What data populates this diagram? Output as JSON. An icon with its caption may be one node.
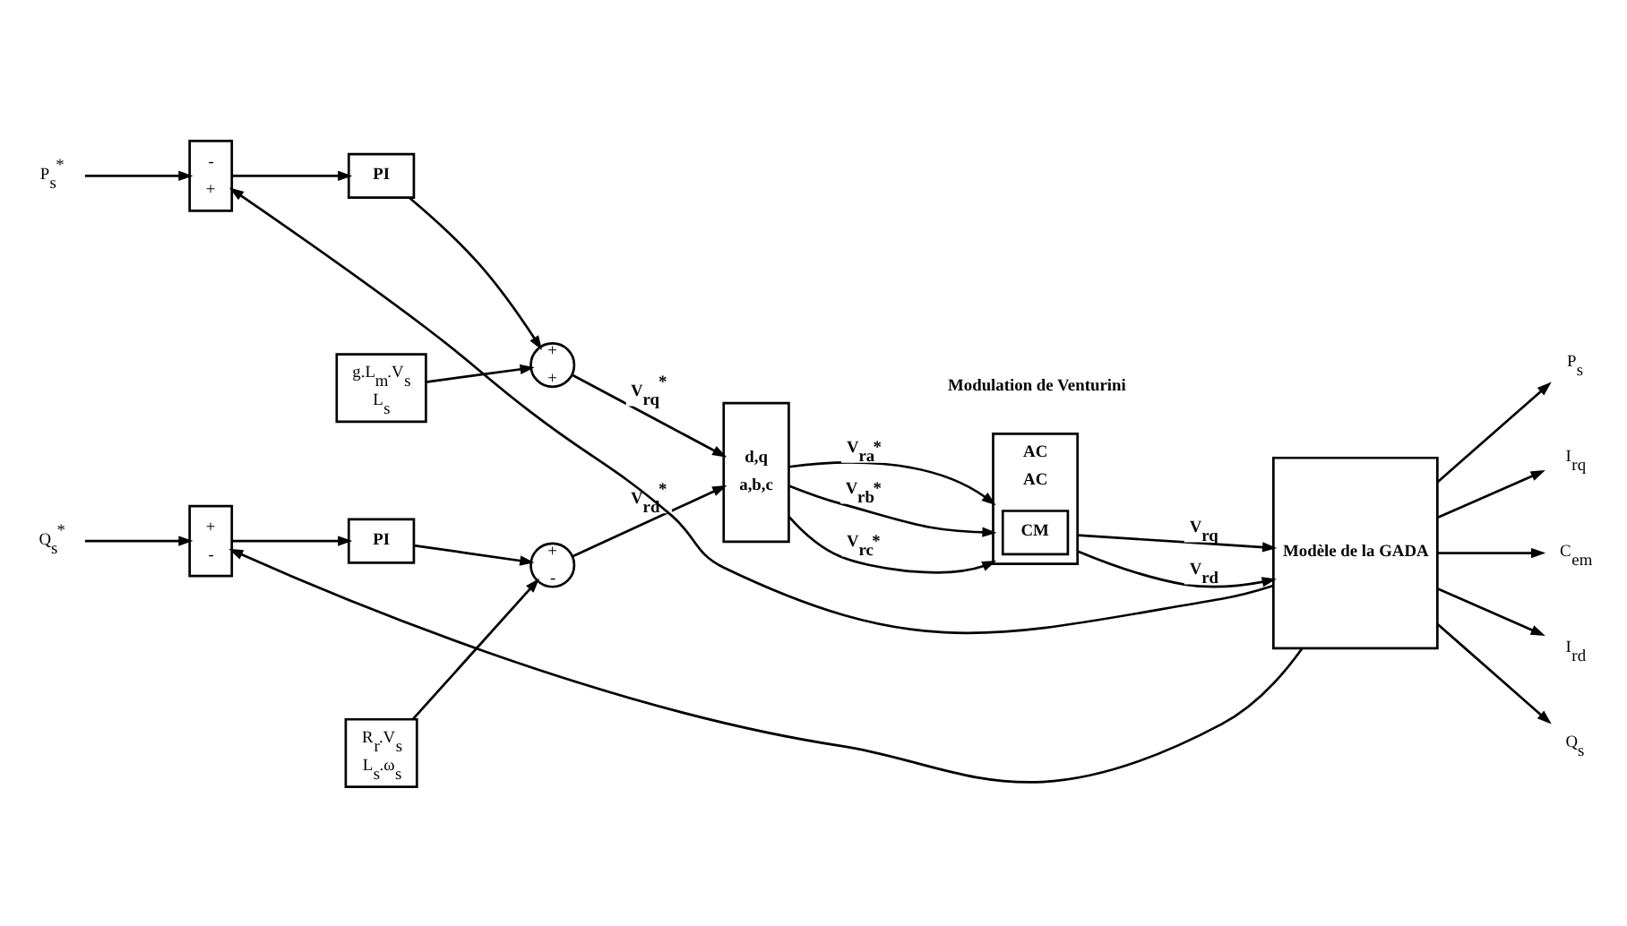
{
  "diagram": {
    "nodes": [
      {
        "text": [
          "P$_{s}$$^{*}$"
        ]
      },
      {
        "text": [
          "Q$_{s}$$^{*}$"
        ]
      },
      {
        "text": [
          "-",
          "+"
        ]
      },
      {
        "text": [
          "+",
          "-"
        ]
      },
      {
        "text": [
          "PI"
        ]
      },
      {
        "text": [
          "PI"
        ]
      },
      {
        "text": [
          "g.L$_{m}$.V$_{s}$",
          "L$_{s}$"
        ]
      },
      {
        "text": [
          "+",
          "+"
        ]
      },
      {
        "text": [
          "R$_{r}$.V$_{s}$",
          "L$_{s}$.ω$_{s}$"
        ]
      },
      {
        "text": [
          "+",
          "-"
        ]
      },
      {
        "text": [
          "d,q",
          "a,b,c"
        ]
      },
      {
        "text": [
          "AC",
          "AC"
        ],
        "beside": [
          "Modulation de Venturini"
        ]
      },
      {
        "text": [
          "CM"
        ],
        "in": 11
      },
      {
        "text": [
          "Modèle de la GADA"
        ]
      },
      {
        "text": [
          "P$_{s}$"
        ]
      },
      {
        "text": [
          "I$_{rq}$"
        ]
      },
      {
        "text": [
          "C$_{em}$"
        ]
      },
      {
        "text": [
          "I$_{rd}$"
        ]
      },
      {
        "text": [
          "Q$_{s}$"
        ]
      }
    ],
    "edges": [
      {
        "from": 13,
        "to": 2,
        "arrow": "to"
      },
      {
        "from": 0,
        "to": 2,
        "arrow": "to"
      },
      {
        "from": 1,
        "to": 3,
        "arrow": "to"
      },
      {
        "from": 13,
        "to": 3,
        "arrow": "to"
      },
      {
        "from": 2,
        "to": 4,
        "arrow": "to"
      },
      {
        "from": 3,
        "to": 5,
        "arrow": "to"
      },
      {
        "from": 4,
        "to": 7,
        "arrow": "to"
      },
      {
        "from": 6,
        "to": 7,
        "arrow": "to"
      },
      {
        "from": 5,
        "to": 9,
        "arrow": "to"
      },
      {
        "from": 8,
        "to": 9,
        "arrow": "to"
      },
      {
        "from": 7,
        "to": 10,
        "arrow": "to",
        "label": "V$_{rq}$$^{*}$"
      },
      {
        "from": 9,
        "to": 10,
        "arrow": "to",
        "label": "V$_{rd}$$^{*}$"
      },
      {
        "from": 10,
        "to": 11,
        "arrow": "to",
        "label": "V$_{ra}$*"
      },
      {
        "from": 10,
        "to": 11,
        "arrow": "to",
        "label": "V$_{rb}$*"
      },
      {
        "from": 10,
        "to": 11,
        "arrow": "to",
        "label": "V$_{rc}$*"
      },
      {
        "from": 11,
        "to": 13,
        "arrow": "to",
        "label": "V$_{rq}$"
      },
      {
        "from": 11,
        "to": 13,
        "arrow": "to",
        "label": "V$_{rd}$"
      },
      {
        "from": 13,
        "to": 14,
        "arrow": "to"
      },
      {
        "from": 13,
        "to": 15,
        "arrow": "to"
      },
      {
        "from": 13,
        "to": 16,
        "arrow": "to"
      },
      {
        "from": 13,
        "to": 17,
        "arrow": "to"
      },
      {
        "from": 13,
        "to": 18,
        "arrow": "to"
      }
    ]
  }
}
